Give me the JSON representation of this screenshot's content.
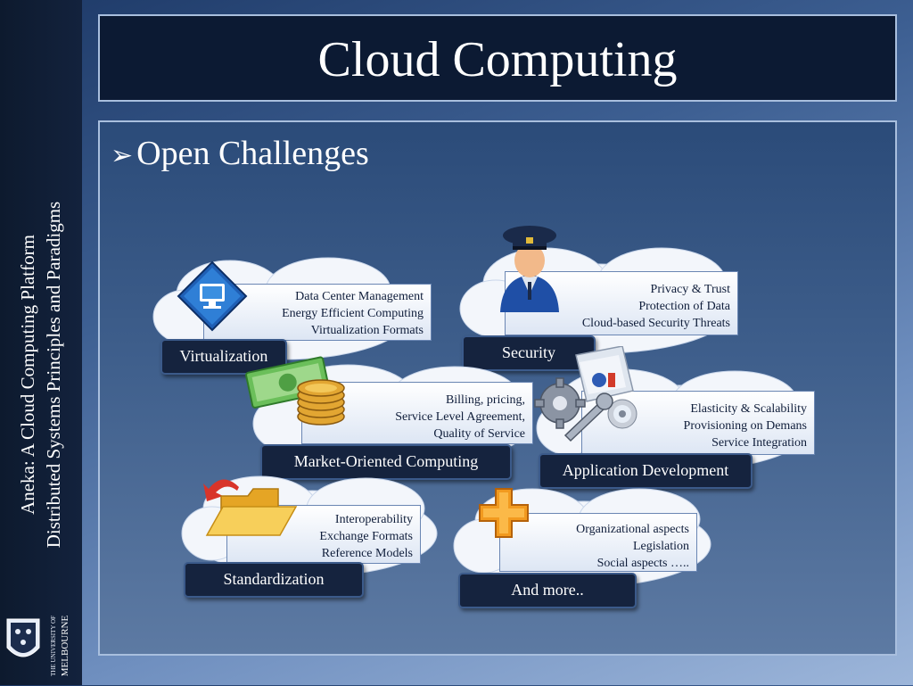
{
  "slide": {
    "title": "Cloud Computing",
    "heading": "Open Challenges",
    "heading_bullet": "➢",
    "sidebar_line1": "Aneka: A Cloud Computing Platform",
    "sidebar_line2": "Distributed Systems Principles and Paradigms",
    "university_logo_text1": "THE UNIVERSITY OF",
    "university_logo_text2": "MELBOURNE"
  },
  "challenges": {
    "virtualization": {
      "label": "Virtualization",
      "items": [
        "Data Center Management",
        "Energy Efficient Computing",
        "Virtualization Formats"
      ],
      "icon": "monitor-icon"
    },
    "security": {
      "label": "Security",
      "items": [
        "Privacy & Trust",
        "Protection of Data",
        "Cloud-based Security Threats"
      ],
      "icon": "police-officer-icon"
    },
    "market": {
      "label": "Market-Oriented  Computing",
      "items": [
        "Billing, pricing,",
        "Service Level Agreement,",
        "Quality of Service"
      ],
      "icon": "money-coins-icon"
    },
    "appdev": {
      "label": "Application Development",
      "items": [
        "Elasticity & Scalability",
        "Provisioning on Demans",
        "Service Integration"
      ],
      "icon": "gear-wrench-cd-icon"
    },
    "standardization": {
      "label": "Standardization",
      "items": [
        "Interoperability",
        "Exchange Formats",
        "Reference Models"
      ],
      "icon": "folder-icon"
    },
    "more": {
      "label": "And more..",
      "items": [
        "Organizational aspects",
        "Legislation",
        "Social aspects ….."
      ],
      "icon": "plus-icon"
    }
  },
  "colors": {
    "title_bg": "#0c1a33",
    "label_bg": "#15233e",
    "card_text": "#0f1d3a"
  }
}
